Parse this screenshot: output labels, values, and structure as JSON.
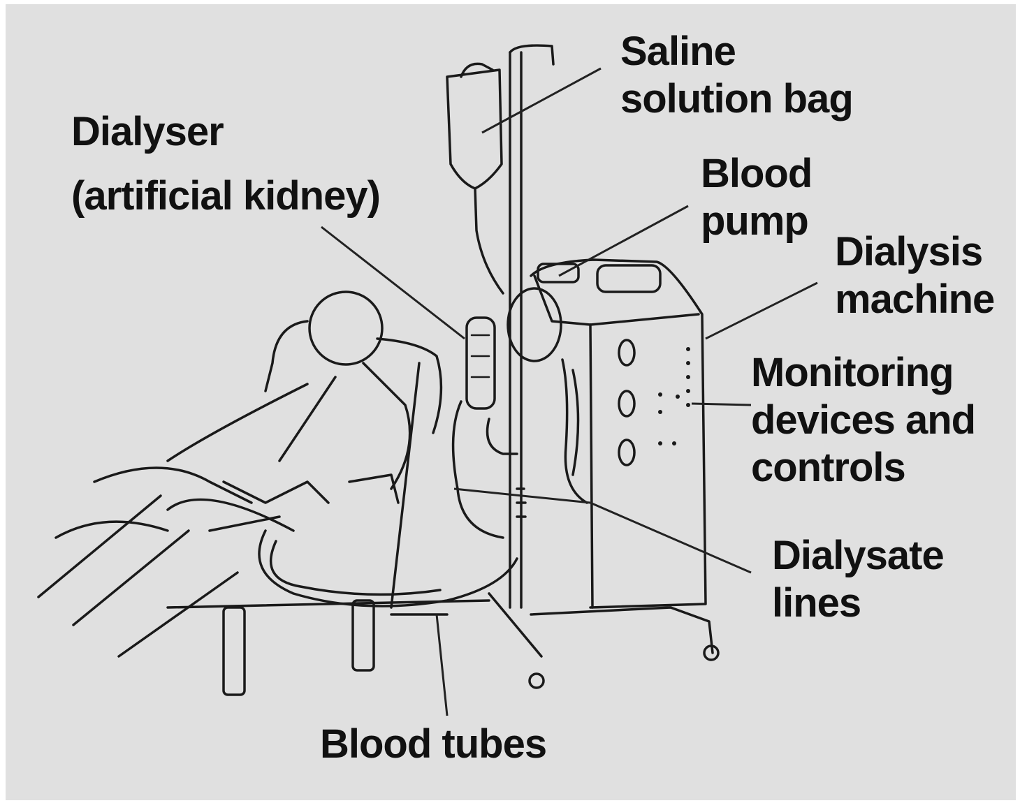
{
  "labels": {
    "saline": [
      "Saline",
      "solution bag"
    ],
    "dialyser": [
      "Dialyser",
      "(artificial kidney)"
    ],
    "blood_pump": [
      "Blood",
      "pump"
    ],
    "dialysis_machine": [
      "Dialysis",
      "machine"
    ],
    "monitoring": [
      "Monitoring",
      "devices and",
      "controls"
    ],
    "dialysate": [
      "Dialysate",
      "lines"
    ],
    "blood_tubes": [
      "Blood tubes"
    ]
  },
  "colors": {
    "background": "#e0e0e0",
    "ink": "#1a1a1a"
  }
}
